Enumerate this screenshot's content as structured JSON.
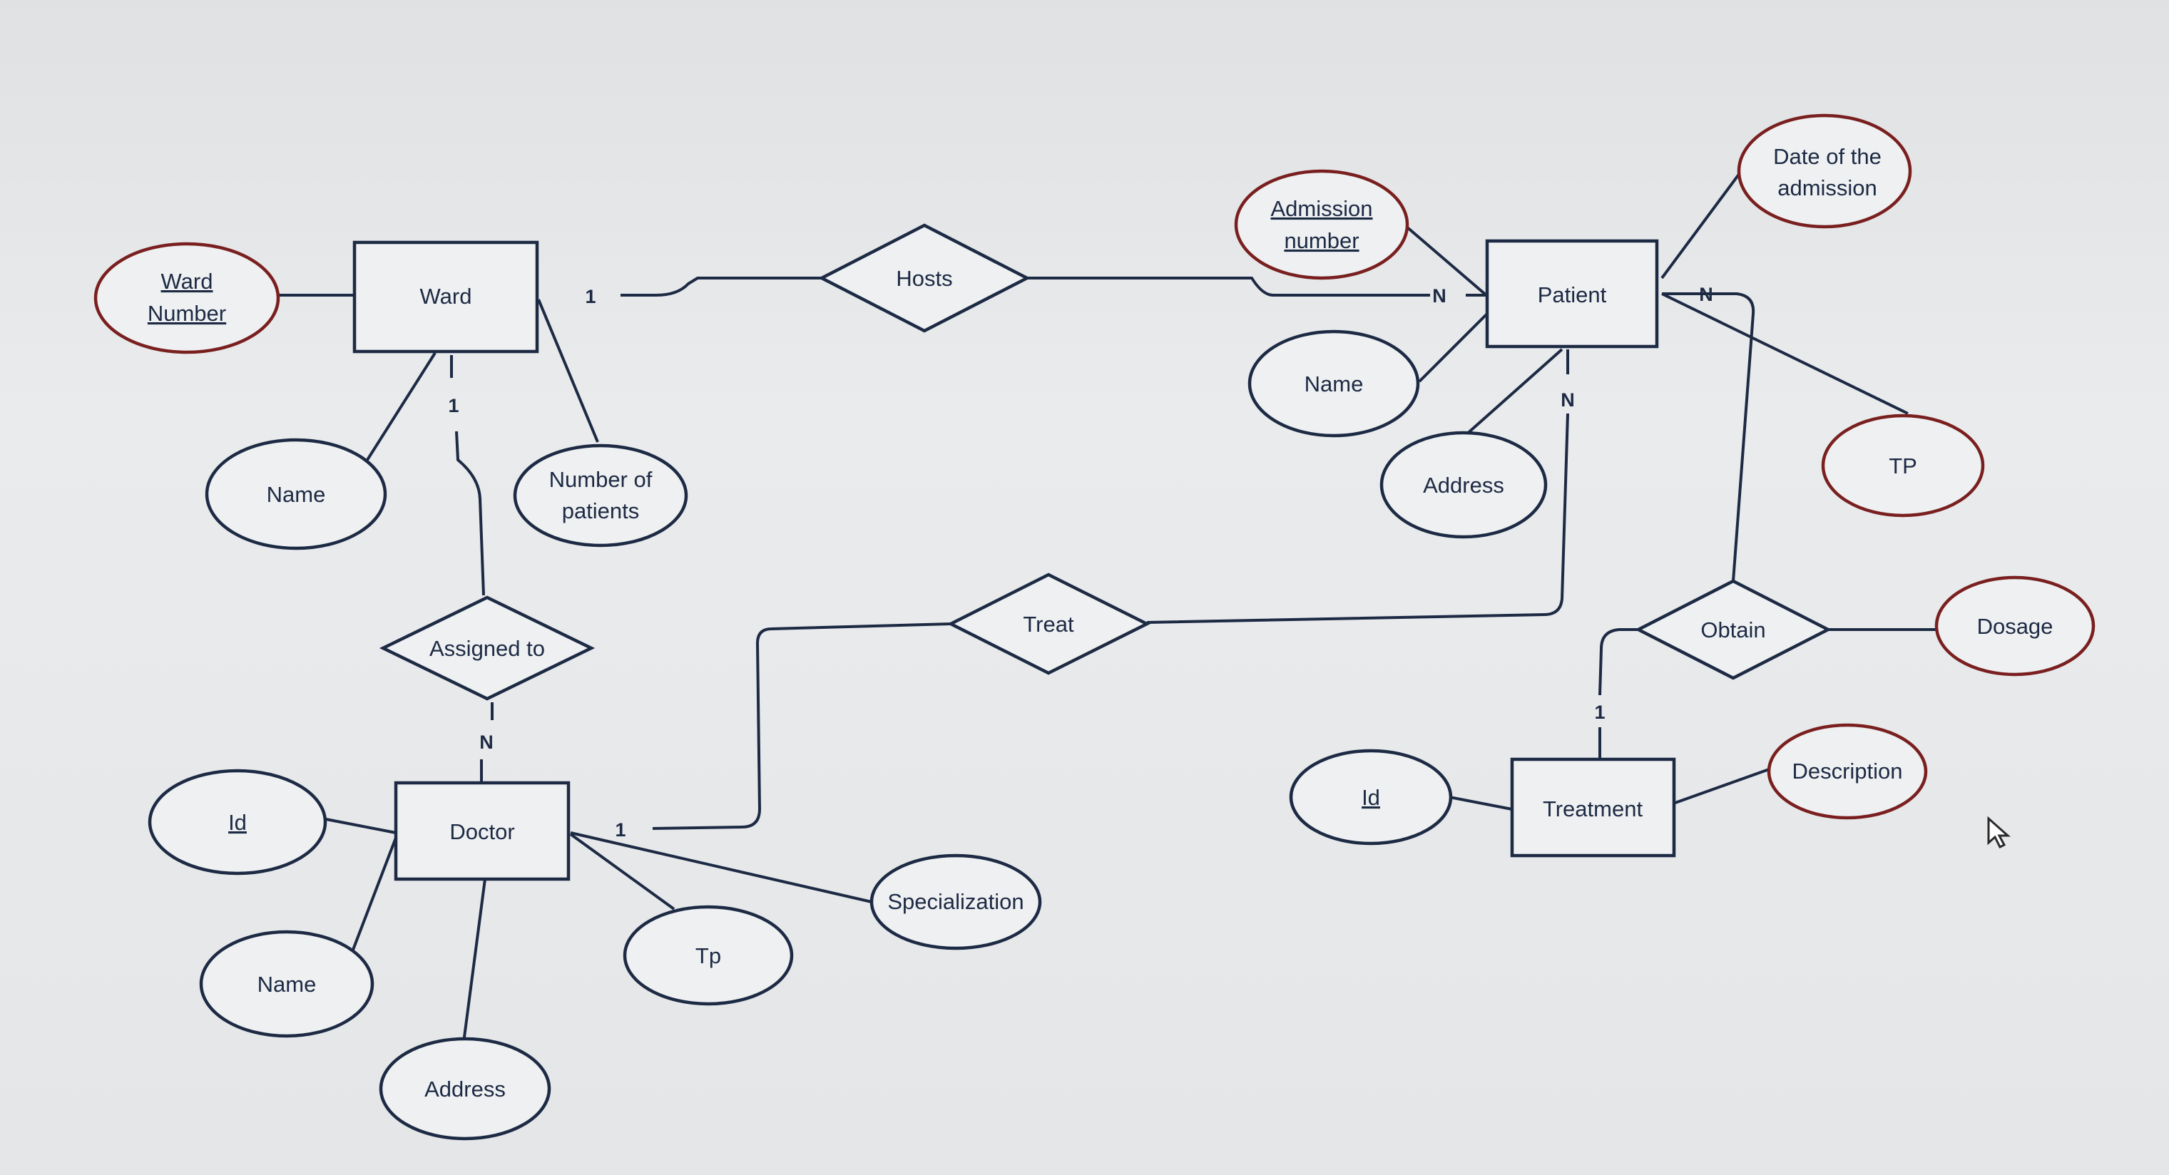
{
  "diagram": {
    "entities": [
      {
        "id": "ward",
        "label": "Ward"
      },
      {
        "id": "patient",
        "label": "Patient"
      },
      {
        "id": "doctor",
        "label": "Doctor"
      },
      {
        "id": "treatment",
        "label": "Treatment"
      }
    ],
    "relationships": [
      {
        "id": "hosts",
        "label": "Hosts"
      },
      {
        "id": "assigned",
        "label": "Assigned to"
      },
      {
        "id": "treat",
        "label": "Treat"
      },
      {
        "id": "obtain",
        "label": "Obtain"
      }
    ],
    "attributes": [
      {
        "id": "ward-number",
        "lines": [
          "Ward",
          "Number"
        ],
        "key": true
      },
      {
        "id": "ward-name",
        "lines": [
          "Name"
        ],
        "key": false
      },
      {
        "id": "ward-num-patients",
        "lines": [
          "Number of",
          "patients"
        ],
        "key": false
      },
      {
        "id": "admission-number",
        "lines": [
          "Admission",
          "number"
        ],
        "key": true
      },
      {
        "id": "date-admission",
        "lines": [
          "Date of the",
          "admission"
        ],
        "key": false
      },
      {
        "id": "patient-name",
        "lines": [
          "Name"
        ],
        "key": false
      },
      {
        "id": "patient-address",
        "lines": [
          "Address"
        ],
        "key": false
      },
      {
        "id": "patient-tp",
        "lines": [
          "TP"
        ],
        "key": false
      },
      {
        "id": "doctor-id",
        "lines": [
          "Id"
        ],
        "key": true
      },
      {
        "id": "doctor-name",
        "lines": [
          "Name"
        ],
        "key": false
      },
      {
        "id": "doctor-address",
        "lines": [
          "Address"
        ],
        "key": false
      },
      {
        "id": "doctor-tp",
        "lines": [
          "Tp"
        ],
        "key": false
      },
      {
        "id": "doctor-specialization",
        "lines": [
          "Specialization"
        ],
        "key": false
      },
      {
        "id": "treatment-id",
        "lines": [
          "Id"
        ],
        "key": true
      },
      {
        "id": "treatment-description",
        "lines": [
          "Description"
        ],
        "key": false
      },
      {
        "id": "dosage",
        "lines": [
          "Dosage"
        ],
        "key": false
      }
    ],
    "cardinalities": [
      {
        "id": "ward-hosts",
        "label": "1"
      },
      {
        "id": "patient-hosts",
        "label": "N"
      },
      {
        "id": "patient-obtain",
        "label": "N"
      },
      {
        "id": "patient-treat",
        "label": "N"
      },
      {
        "id": "ward-assigned",
        "label": "1"
      },
      {
        "id": "doctor-assigned",
        "label": "N"
      },
      {
        "id": "doctor-treat",
        "label": "1"
      },
      {
        "id": "treatment-obtain",
        "label": "1"
      }
    ]
  }
}
